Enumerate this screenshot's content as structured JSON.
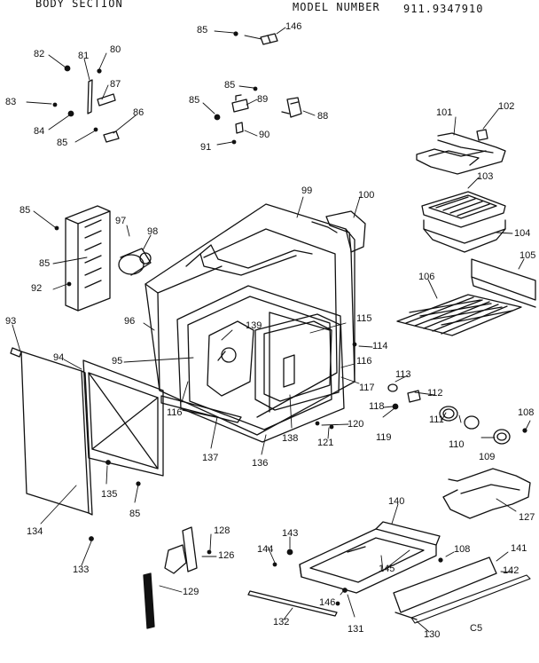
{
  "header": {
    "section_title": "BODY SECTION",
    "model_label": "MODEL NUMBER",
    "model_number": "911.9347910"
  },
  "parts": [
    "80",
    "81",
    "82",
    "83",
    "84",
    "85",
    "86",
    "87",
    "88",
    "89",
    "90",
    "91",
    "92",
    "93",
    "94",
    "95",
    "96",
    "97",
    "98",
    "99",
    "100",
    "101",
    "102",
    "103",
    "104",
    "105",
    "106",
    "108",
    "109",
    "110",
    "111",
    "112",
    "113",
    "114",
    "115",
    "116",
    "117",
    "118",
    "119",
    "120",
    "121",
    "126",
    "127",
    "128",
    "129",
    "130",
    "131",
    "132",
    "133",
    "134",
    "135",
    "136",
    "137",
    "138",
    "139",
    "140",
    "141",
    "142",
    "143",
    "144",
    "145",
    "146"
  ],
  "corner_code": "C5"
}
